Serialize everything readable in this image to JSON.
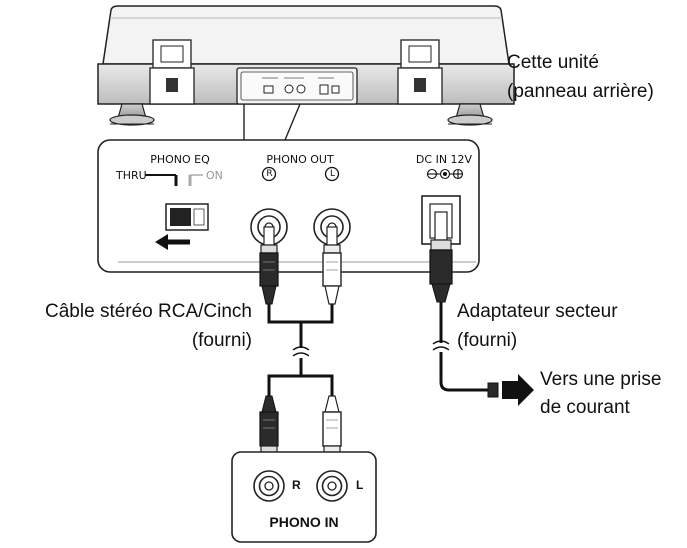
{
  "unit_label": {
    "line1": "Cette unité",
    "line2": "(panneau arrière)"
  },
  "rear_panel": {
    "phono_eq": "PHONO EQ",
    "thru": "THRU",
    "on": "ON",
    "phono_out": "PHONO OUT",
    "right_mark": "R",
    "left_mark": "L",
    "dc_in": "DC IN 12V"
  },
  "cable_label": {
    "line1": "Câble stéréo RCA/Cinch",
    "line2": "(fourni)"
  },
  "adapter_label": {
    "line1": "Adaptateur secteur",
    "line2": "(fourni)"
  },
  "outlet_label": {
    "line1": "Vers une prise",
    "line2": "de courant"
  },
  "amp_panel": {
    "right": "R",
    "left": "L",
    "phono_in": "PHONO IN"
  }
}
